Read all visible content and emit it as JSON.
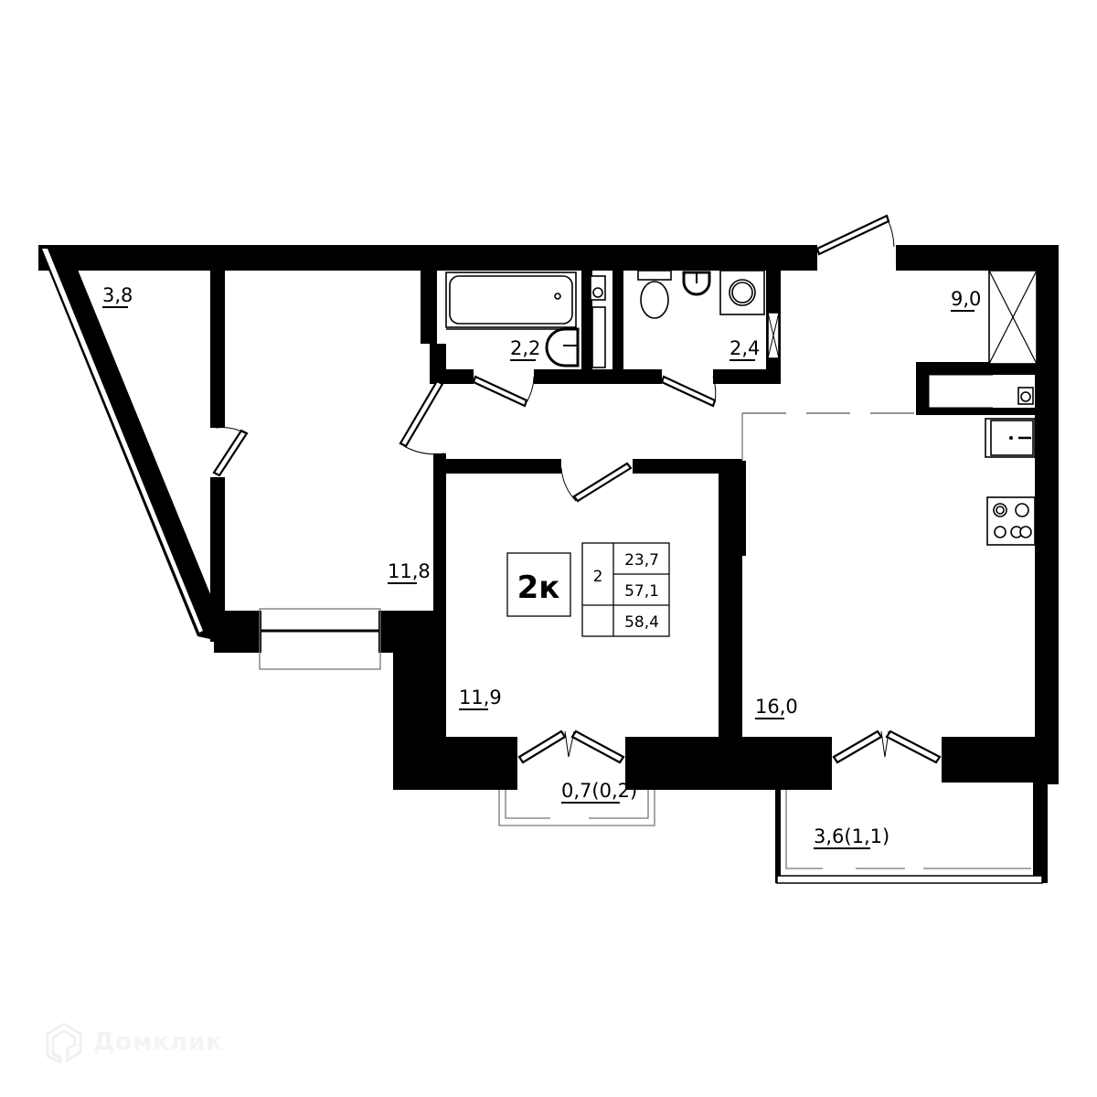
{
  "plan": {
    "type_badge": "2к",
    "summary_table": {
      "rooms_count": "2",
      "living_area": "23,7",
      "total_area": "57,1",
      "total_area_with_balconies": "58,4"
    },
    "rooms": [
      {
        "id": "storage-triangle",
        "area": "3,8"
      },
      {
        "id": "bedroom-left",
        "area": "11,8"
      },
      {
        "id": "bathroom",
        "area": "2,2"
      },
      {
        "id": "toilet-laundry",
        "area": "2,4"
      },
      {
        "id": "hallway",
        "area": "9,0"
      },
      {
        "id": "bedroom-middle",
        "area": "11,9"
      },
      {
        "id": "kitchen-living",
        "area": "16,0"
      },
      {
        "id": "balcony-small",
        "area": "0,7(0,2)"
      },
      {
        "id": "loggia",
        "area": "3,6(1,1)"
      }
    ]
  },
  "watermark": {
    "brand": "Домклик",
    "icon": "house-logo-icon"
  },
  "colors": {
    "wall": "#000000",
    "background": "#ffffff",
    "watermark": "#f4f4f4"
  }
}
